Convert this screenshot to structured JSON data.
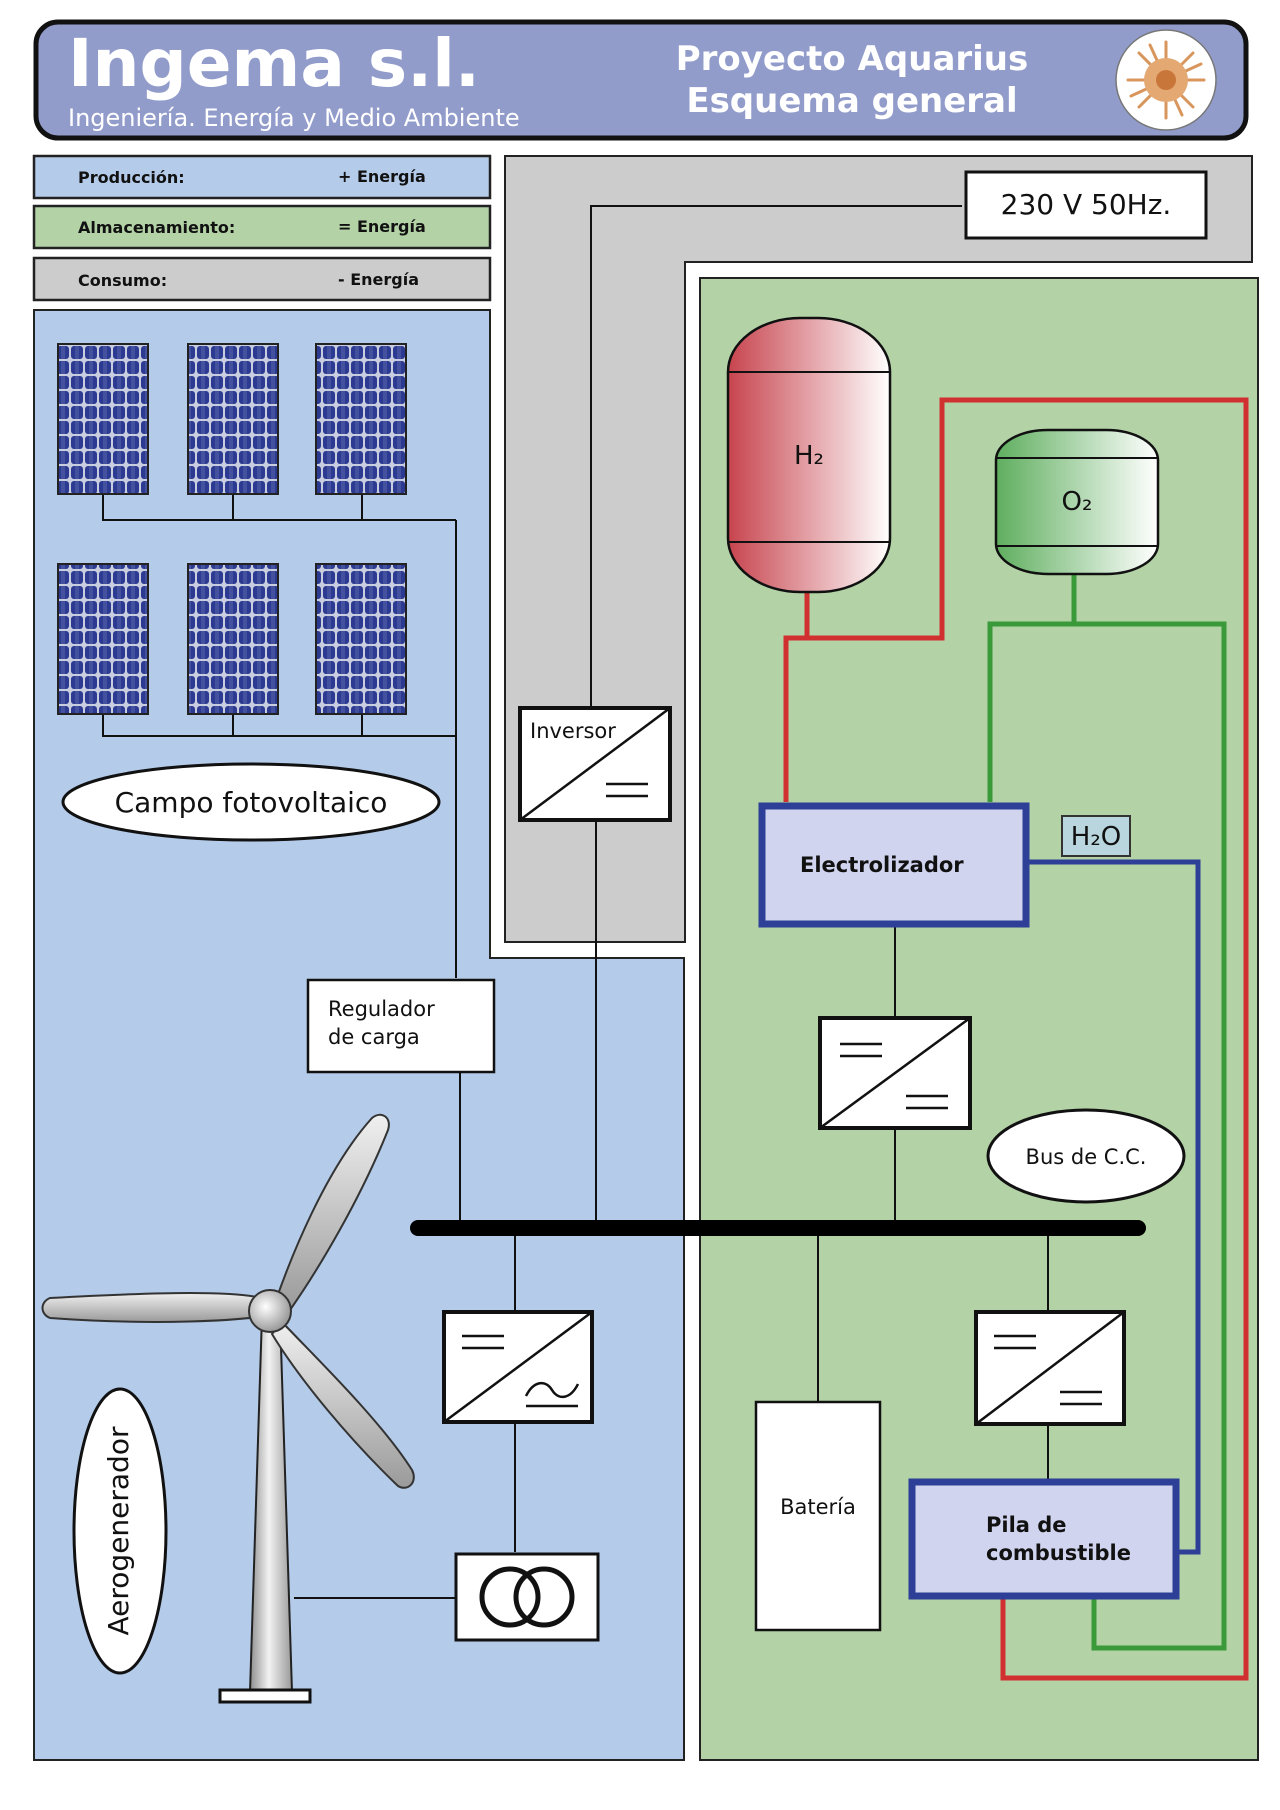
{
  "header": {
    "company": "Ingema s.l.",
    "tagline": "Ingeniería. Energía y Medio Ambiente",
    "project_line1": "Proyecto Aquarius",
    "project_line2": "Esquema general"
  },
  "legend": [
    {
      "label": "Producción:",
      "value": "+ Energía",
      "color": "#b4cbe9"
    },
    {
      "label": "Almacenamiento:",
      "value": "= Energía",
      "color": "#b3d2a6"
    },
    {
      "label": "Consumo:",
      "value": "-  Energía",
      "color": "#cccccc"
    }
  ],
  "grid_label": "230 V 50Hz.",
  "components": {
    "pv_field": "Campo fotovoltaico",
    "inverter": "Inversor",
    "charge_regulator_line1": "Regulador",
    "charge_regulator_line2": "de carga",
    "wind_turbine": "Aerogenerador",
    "electrolyzer": "Electrolizador",
    "h2_tank": "H₂",
    "o2_tank": "O₂",
    "water": "H₂O",
    "dc_bus": "Bus de C.C.",
    "battery": "Batería",
    "fuel_cell_line1": "Pila de",
    "fuel_cell_line2": "combustible"
  },
  "colors": {
    "production": "#b4cbe9",
    "storage": "#b3d2a6",
    "consumption": "#cccccc",
    "hydrogen_line": "#d03030",
    "oxygen_line": "#3a9a3a",
    "water_line": "#2d3f96",
    "header_fill": "#929ccb"
  }
}
